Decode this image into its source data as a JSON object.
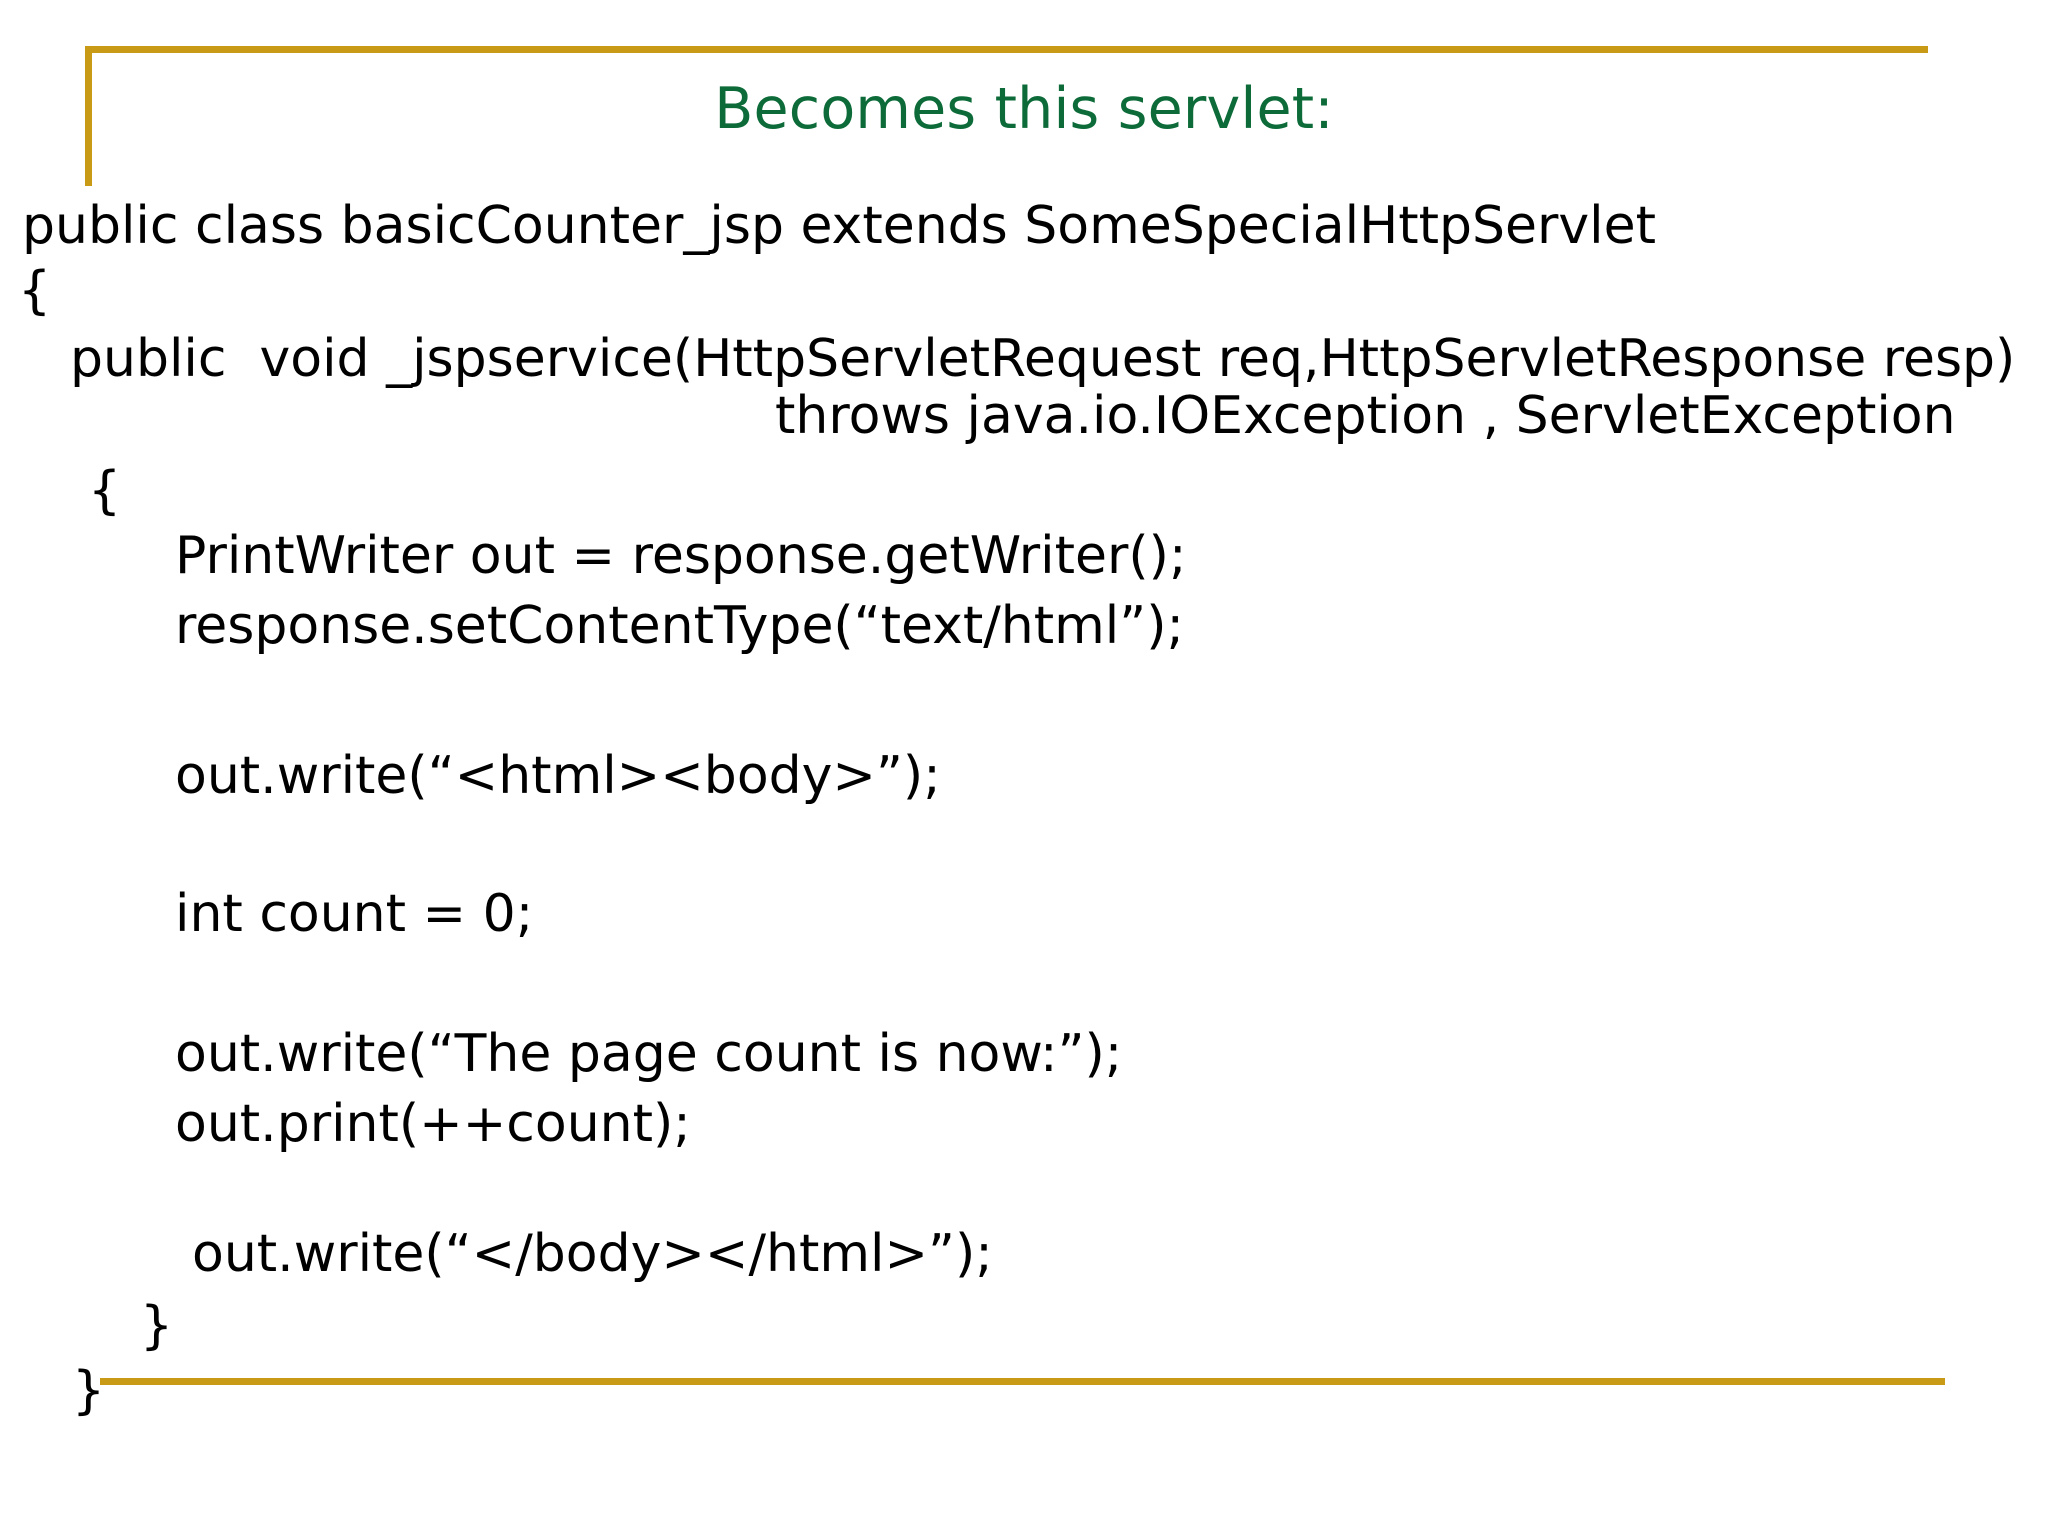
{
  "slide": {
    "title": "Becomes this servlet:",
    "title_color": "#0C6B38",
    "accent_color": "#C99A16",
    "background_color": "#FFFFFF",
    "text_color": "#000000"
  },
  "code": {
    "language": "java",
    "lines": [
      {
        "id": "class",
        "text": "public class basicCounter_jsp extends SomeSpecialHttpServlet"
      },
      {
        "id": "open1",
        "text": "{"
      },
      {
        "id": "sig",
        "text": "public  void _jspservice(HttpServletRequest req,HttpServletResponse resp)"
      },
      {
        "id": "throws",
        "text": "throws java.io.IOException , ServletException"
      },
      {
        "id": "open2",
        "text": "{"
      },
      {
        "id": "pw",
        "text": "PrintWriter out = response.getWriter();"
      },
      {
        "id": "ctype",
        "text": "response.setContentType(“text/html”);"
      },
      {
        "id": "writehead",
        "text": "out.write(“<html><body>”);"
      },
      {
        "id": "count",
        "text": "int count = 0;"
      },
      {
        "id": "writemsg",
        "text": "out.write(“The page count is now:”);"
      },
      {
        "id": "printcnt",
        "text": "out.print(++count);"
      },
      {
        "id": "writetail",
        "text": "out.write(“</body></html>”);"
      },
      {
        "id": "close1",
        "text": "}"
      },
      {
        "id": "close2",
        "text": "}"
      }
    ]
  }
}
